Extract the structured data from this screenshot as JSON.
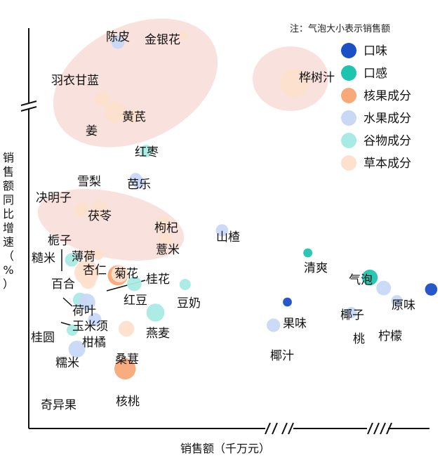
{
  "chart_data": {
    "type": "scatter",
    "subtype": "bubble",
    "title": "",
    "xlabel": "销售额（千万元）",
    "ylabel": "销售额同比增速（%）",
    "note": "注：气泡大小表示销售额",
    "x_axis_broken": true,
    "y_axis_broken": true,
    "ticks_shown": false,
    "grid": false,
    "legend_position": "top-right",
    "categories": [
      {
        "key": "taste",
        "name": "口味",
        "color": "#1a4fc6"
      },
      {
        "key": "texture",
        "name": "口感",
        "color": "#1ec4b0"
      },
      {
        "key": "nut",
        "name": "核果成分",
        "color": "#f7a978"
      },
      {
        "key": "fruit",
        "name": "水果成分",
        "color": "#c8d8f5"
      },
      {
        "key": "grain",
        "name": "谷物成分",
        "color": "#a8ebe4"
      },
      {
        "key": "herb",
        "name": "草本成分",
        "color": "#fde0ce"
      }
    ],
    "highlight_groups": [
      {
        "name": "group-top-left",
        "color": "#f9e2de"
      },
      {
        "name": "group-birch",
        "color": "#f9e2de"
      },
      {
        "name": "group-middle",
        "color": "#f9e2de"
      }
    ],
    "points": [
      {
        "label": "陈皮",
        "cat": "fruit",
        "x": 1.35,
        "y": 5.5,
        "size": 1.2
      },
      {
        "label": "金银花",
        "cat": "herb",
        "x": 2.35,
        "y": 5.6,
        "size": 0.8
      },
      {
        "label": "羽衣甘蓝",
        "cat": "herb",
        "x": 1.12,
        "y": 4.7,
        "size": 1.4
      },
      {
        "label": "黄芪",
        "cat": "herb",
        "x": 1.58,
        "y": 4.45,
        "size": 1.3
      },
      {
        "label": "姜",
        "cat": "herb",
        "x": 1.32,
        "y": 4.5,
        "size": 2.0
      },
      {
        "label": "红枣",
        "cat": "grain",
        "x": 1.78,
        "y": 3.95,
        "size": 1.1
      },
      {
        "label": "雪梨",
        "cat": "fruit",
        "x": 1.62,
        "y": 3.55,
        "size": 1.1
      },
      {
        "label": "芭乐",
        "cat": "fruit",
        "x": 1.67,
        "y": 3.5,
        "size": 1.1
      },
      {
        "label": "决明子",
        "cat": "herb",
        "x": 0.8,
        "y": 3.12,
        "size": 1.3
      },
      {
        "label": "茯苓",
        "cat": "herb",
        "x": 1.08,
        "y": 3.12,
        "size": 1.5
      },
      {
        "label": "枸杞",
        "cat": "herb",
        "x": 2.05,
        "y": 2.93,
        "size": 1.2
      },
      {
        "label": "薏米",
        "cat": "herb",
        "x": 2.07,
        "y": 2.7,
        "size": 1.3
      },
      {
        "label": "山楂",
        "cat": "fruit",
        "x": 2.93,
        "y": 2.82,
        "size": 1.1
      },
      {
        "label": "栀子",
        "cat": "herb",
        "x": 0.9,
        "y": 2.48,
        "size": 1.0
      },
      {
        "label": "糙米",
        "cat": "grain",
        "x": 0.65,
        "y": 2.4,
        "size": 1.2
      },
      {
        "label": "薄荷",
        "cat": "herb",
        "x": 1.05,
        "y": 2.48,
        "size": 1.0
      },
      {
        "label": "百合",
        "cat": "herb",
        "x": 0.88,
        "y": 2.22,
        "size": 2.2
      },
      {
        "label": "杏仁",
        "cat": "nut",
        "x": 1.35,
        "y": 2.18,
        "size": 1.8
      },
      {
        "label": "菊花",
        "cat": "herb",
        "x": 1.38,
        "y": 2.2,
        "size": 1.5
      },
      {
        "label": "桂花",
        "cat": "herb",
        "x": 1.42,
        "y": 2.2,
        "size": 1.0
      },
      {
        "label": "红豆",
        "cat": "grain",
        "x": 1.6,
        "y": 2.06,
        "size": 1.3
      },
      {
        "label": "豆奶",
        "cat": "grain",
        "x": 2.37,
        "y": 2.05,
        "size": 1.0
      },
      {
        "label": "荷叶",
        "cat": "herb",
        "x": 0.9,
        "y": 2.1,
        "size": 1.4
      },
      {
        "label": "桂圆",
        "cat": "grain",
        "x": 0.78,
        "y": 1.83,
        "size": 1.3
      },
      {
        "label": "玉米须",
        "cat": "fruit",
        "x": 0.88,
        "y": 1.8,
        "size": 1.5
      },
      {
        "label": "燕麦",
        "cat": "grain",
        "x": 1.92,
        "y": 1.65,
        "size": 1.6
      },
      {
        "label": "柑橘",
        "cat": "fruit",
        "x": 1.0,
        "y": 1.55,
        "size": 1.2
      },
      {
        "label": "桑葚",
        "cat": "herb",
        "x": 1.48,
        "y": 1.42,
        "size": 1.4
      },
      {
        "label": "糯米",
        "cat": "grain",
        "x": 0.66,
        "y": 1.4,
        "size": 1.0
      },
      {
        "label": "奇异果",
        "cat": "fruit",
        "x": 0.73,
        "y": 1.13,
        "size": 1.5
      },
      {
        "label": "核桃",
        "cat": "nut",
        "x": 1.46,
        "y": 0.85,
        "size": 1.9
      },
      {
        "label": "桦树汁",
        "cat": "herb",
        "x": 4.03,
        "y": 4.92,
        "size": 2.6
      },
      {
        "label": "清爽",
        "cat": "texture",
        "x": 4.23,
        "y": 2.5,
        "size": 0.8
      },
      {
        "label": "果味",
        "cat": "taste",
        "x": 3.92,
        "y": 1.8,
        "size": 0.8
      },
      {
        "label": "椰汁",
        "cat": "fruit",
        "x": 3.71,
        "y": 1.47,
        "size": 1.2
      },
      {
        "label": "气泡",
        "cat": "texture",
        "x": 5.17,
        "y": 2.15,
        "size": 1.4
      },
      {
        "label": "椰子",
        "cat": "fruit",
        "x": 5.38,
        "y": 2.0,
        "size": 1.3
      },
      {
        "label": "原味",
        "cat": "taste",
        "x": 6.1,
        "y": 1.98,
        "size": 1.1
      },
      {
        "label": "柠檬",
        "cat": "fruit",
        "x": 5.58,
        "y": 1.82,
        "size": 1.0
      },
      {
        "label": "桃",
        "cat": "fruit",
        "x": 4.89,
        "y": 1.65,
        "size": 1.0
      }
    ]
  }
}
